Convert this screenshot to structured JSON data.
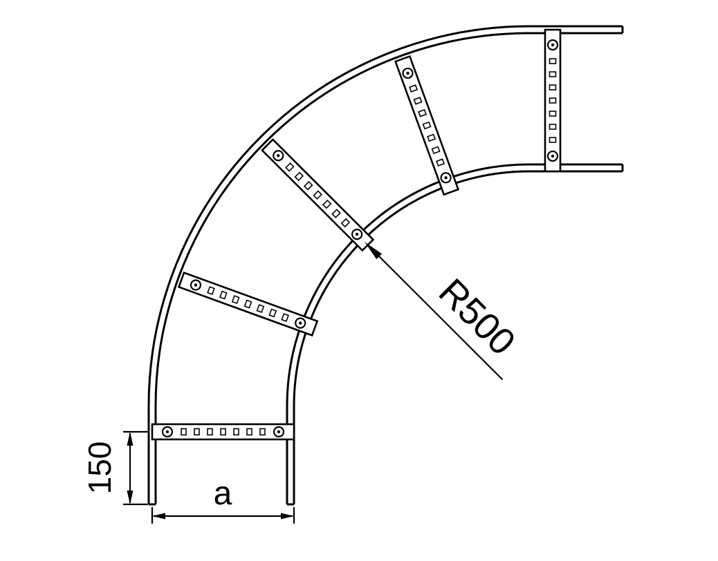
{
  "diagram": {
    "type": "technical-drawing",
    "subject": "cable-ladder-90-degree-bend",
    "colors": {
      "line": "#000000",
      "background": "#ffffff"
    },
    "labels": {
      "radius": "R500",
      "end_offset": "150",
      "width": "a"
    }
  }
}
